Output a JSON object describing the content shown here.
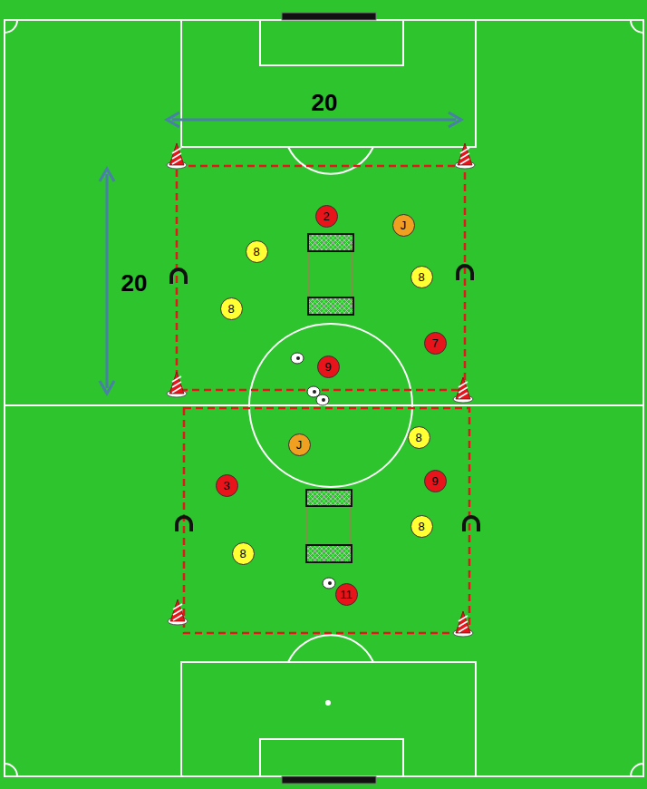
{
  "diagram": {
    "nodes": [
      {
        "text": [
          "2"
        ]
      },
      {
        "text": [
          "J"
        ]
      },
      {
        "text": [
          "8"
        ]
      },
      {
        "text": [
          "8"
        ]
      },
      {
        "text": [
          "8"
        ]
      },
      {
        "text": [
          "7"
        ]
      },
      {
        "text": [
          "9"
        ]
      },
      {
        "text": [
          "8"
        ]
      },
      {
        "text": [
          "J"
        ]
      },
      {
        "text": [
          "3"
        ]
      },
      {
        "text": [
          "9"
        ]
      },
      {
        "text": [
          "8"
        ]
      },
      {
        "text": [
          "8"
        ]
      },
      {
        "text": [
          "11"
        ]
      }
    ],
    "labels": [
      "20",
      "20"
    ]
  }
}
